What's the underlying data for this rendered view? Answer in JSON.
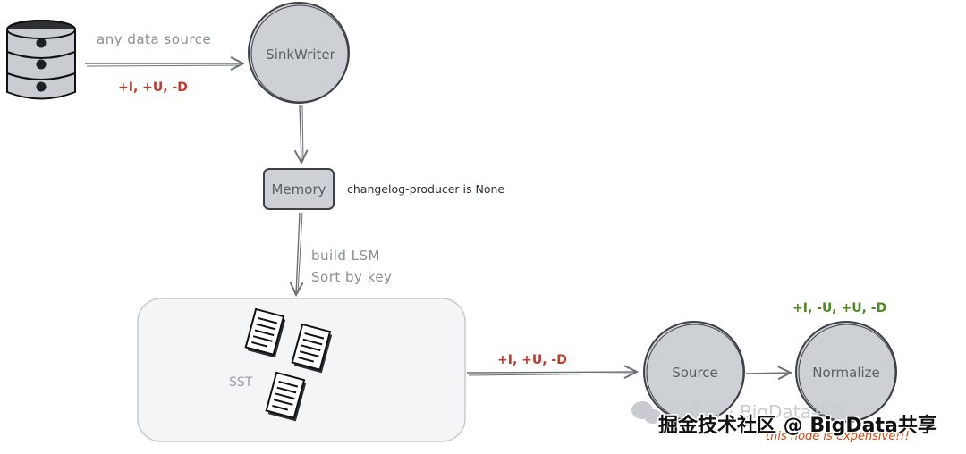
{
  "nodes": {
    "sink_writer": "SinkWriter",
    "memory": "Memory",
    "sst": "SST",
    "source": "Source",
    "normalize": "Normalize"
  },
  "edges": {
    "input_label": "any data source",
    "input_changes": "+I, +U, -D",
    "build_lsm": "build LSM",
    "sort_by_key": "Sort by key",
    "sst_to_source_changes": "+I, +U, -D",
    "normalize_output": "+I, -U, +U, -D"
  },
  "notes": {
    "changelog_producer": "changelog-producer is None",
    "expensive_warning": "this node is expensive!!!"
  },
  "watermark": {
    "back_text": "公众号 · BigData共享",
    "front_text": "掘金技术社区 @ BigData共享"
  },
  "colors": {
    "node_fill": "#cdd0d4",
    "node_stroke": "#3d4146",
    "red_text": "#c0392b",
    "green_text": "#4d8a1c",
    "warning_text": "#d9480f"
  }
}
